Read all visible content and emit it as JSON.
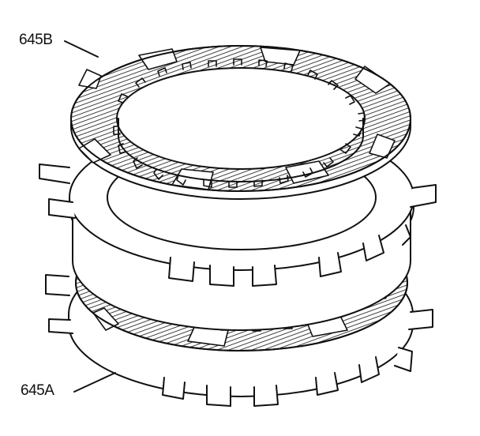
{
  "labels": {
    "upper_part": "645B",
    "lower_part": "645A"
  },
  "colors": {
    "ink": "#111111",
    "paper": "#ffffff"
  },
  "parts": [
    {
      "id": "645B",
      "description_visible": false,
      "kind": "friction-plate-stack"
    },
    {
      "id": "645A",
      "description_visible": false,
      "kind": "steel-plate-stack"
    }
  ]
}
